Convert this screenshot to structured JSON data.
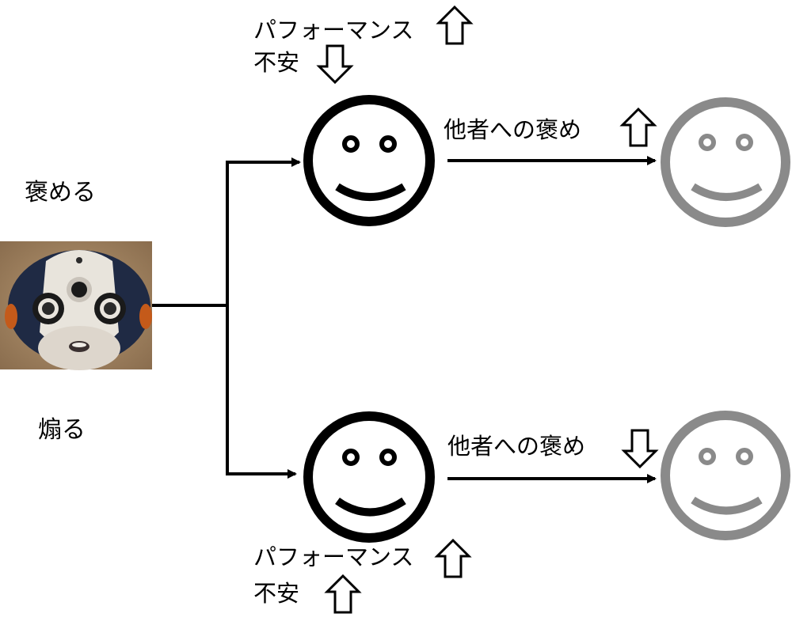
{
  "labels": {
    "praise": "褒める",
    "provoke": "煽る",
    "top_performance": "パフォーマンス",
    "top_anxiety": "不安",
    "top_praise_others": "他者への褒め",
    "bottom_praise_others": "他者への褒め",
    "bottom_performance": "パフォーマンス",
    "bottom_anxiety": "不安"
  },
  "indicators": {
    "top_performance": "up",
    "top_anxiety": "down",
    "top_praise_others": "up",
    "bottom_praise_others": "down",
    "bottom_performance": "up",
    "bottom_anxiety": "up"
  },
  "colors": {
    "line": "#000000",
    "face_primary": "#000000",
    "face_secondary": "#8a8a8a",
    "arrow_fill": "#ffffff"
  },
  "icons": {
    "robot": "robot-head-photo",
    "face": "smiley-face-icon"
  }
}
